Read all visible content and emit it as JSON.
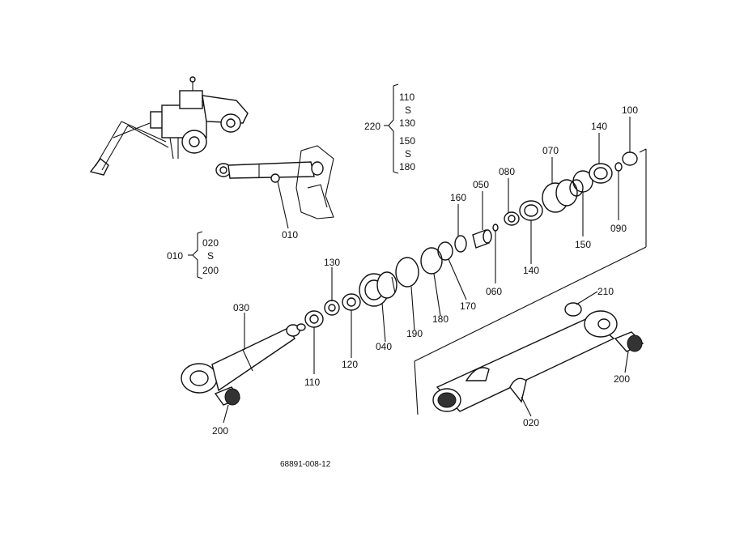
{
  "diagram": {
    "reference_code": "68891-008-12",
    "callouts": {
      "c100": "100",
      "c140a": "140",
      "c070": "070",
      "c080": "080",
      "c050": "050",
      "c160": "160",
      "c090": "090",
      "c150": "150",
      "c140b": "140",
      "c060": "060",
      "c170": "170",
      "c180": "180",
      "c190": "190",
      "c040": "040",
      "c130": "130",
      "c120": "120",
      "c110": "110",
      "c030": "030",
      "c200a": "200",
      "c200b": "200",
      "c210": "210",
      "c020": "020",
      "c010": "010"
    },
    "group_220": {
      "label": "220",
      "items": [
        "110",
        "130",
        "150",
        "180"
      ],
      "separator": "S"
    },
    "group_010": {
      "label": "010",
      "items": [
        "020",
        "200"
      ],
      "separator": "S"
    }
  }
}
